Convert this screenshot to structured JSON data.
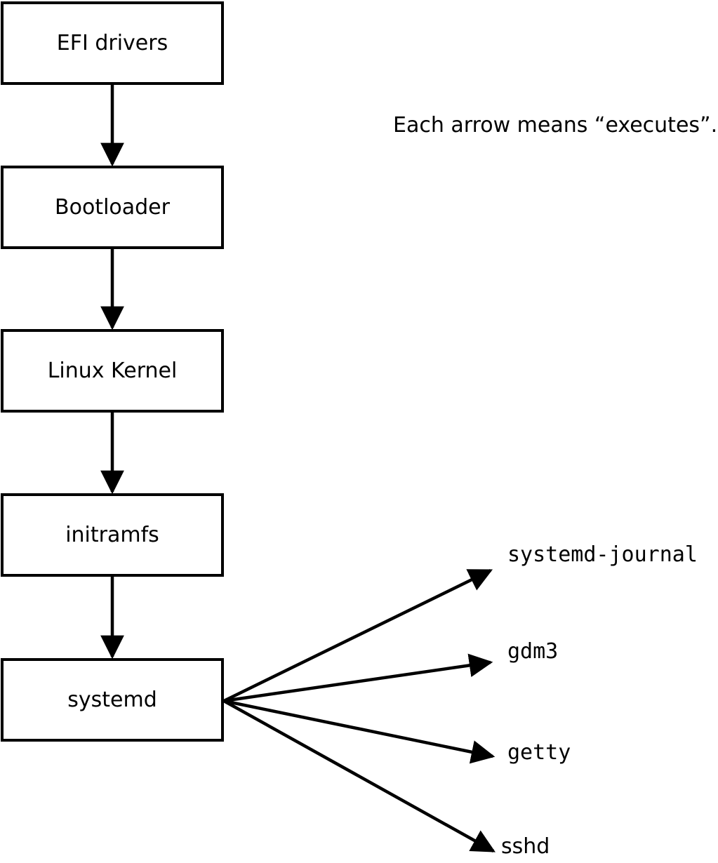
{
  "note": "Each arrow means “executes”.",
  "arrow_meaning": "executes",
  "chain": [
    {
      "label": "EFI drivers"
    },
    {
      "label": "Bootloader"
    },
    {
      "label": "Linux Kernel"
    },
    {
      "label": "initramfs"
    },
    {
      "label": "systemd"
    }
  ],
  "spawned": [
    {
      "label": "systemd-journal"
    },
    {
      "label": "gdm3"
    },
    {
      "label": "getty"
    },
    {
      "label": "sshd"
    }
  ],
  "edges": [
    {
      "from": "EFI drivers",
      "to": "Bootloader"
    },
    {
      "from": "Bootloader",
      "to": "Linux Kernel"
    },
    {
      "from": "Linux Kernel",
      "to": "initramfs"
    },
    {
      "from": "initramfs",
      "to": "systemd"
    },
    {
      "from": "systemd",
      "to": "systemd-journal"
    },
    {
      "from": "systemd",
      "to": "gdm3"
    },
    {
      "from": "systemd",
      "to": "getty"
    },
    {
      "from": "systemd",
      "to": "sshd"
    }
  ],
  "colors": {
    "stroke": "#000000",
    "background": "#ffffff"
  }
}
